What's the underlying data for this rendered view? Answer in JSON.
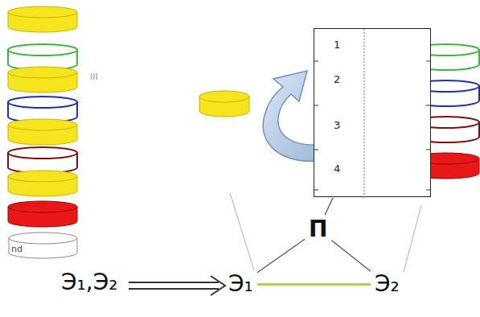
{
  "diagram": {
    "nodes": [
      {
        "text": [
          "nd"
        ]
      },
      {
        "text": [
          "1",
          "2",
          "3",
          "4"
        ]
      },
      {
        "text": [
          "П"
        ]
      },
      {
        "text": [
          "Э₁"
        ]
      },
      {
        "text": [
          "Э₂"
        ]
      }
    ],
    "edges": [
      {
        "from": 1,
        "to": 2,
        "arrow": "none"
      },
      {
        "from": 2,
        "to": 3,
        "arrow": "none"
      },
      {
        "from": 2,
        "to": 4,
        "arrow": "none"
      },
      {
        "from": 3,
        "to": 4,
        "arrow": "none"
      }
    ],
    "labels": [
      "III",
      "Э₁,Э₂"
    ]
  }
}
